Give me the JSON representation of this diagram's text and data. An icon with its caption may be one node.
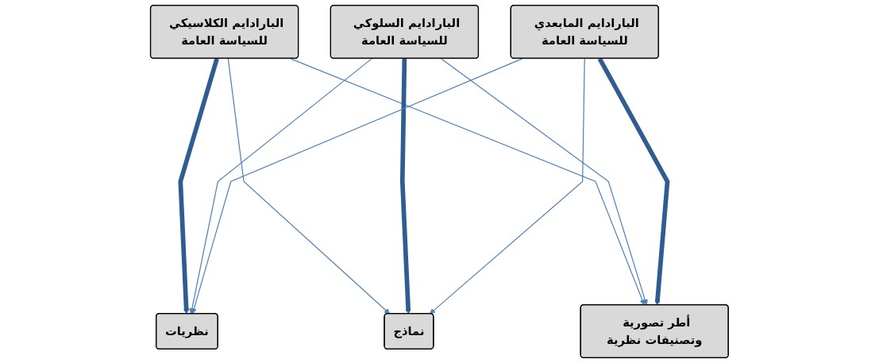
{
  "diagram": {
    "nodes": [
      {
        "text": [
          "البارادايم الكلاسيكي للسياسة العامة"
        ]
      },
      {
        "text": [
          "البارادايم السلوكي للسياسة العامة"
        ]
      },
      {
        "text": [
          "البارادايم المابعدي للسياسة العامة"
        ]
      },
      {
        "text": [
          "نظريات"
        ]
      },
      {
        "text": [
          "نماذج"
        ]
      },
      {
        "text": [
          "أطر تصورية وتصنيفات نظرية"
        ]
      }
    ],
    "edges": [
      {
        "from": 0,
        "to": 3,
        "arrow": "to",
        "style": "thick",
        "color": "#2f5d8f"
      },
      {
        "from": 0,
        "to": 4,
        "arrow": "to"
      },
      {
        "from": 0,
        "to": 5,
        "arrow": "to"
      },
      {
        "from": 1,
        "to": 4,
        "arrow": "to",
        "style": "thick",
        "color": "#2f5d8f"
      },
      {
        "from": 1,
        "to": 3,
        "arrow": "to"
      },
      {
        "from": 1,
        "to": 5,
        "arrow": "to"
      },
      {
        "from": 2,
        "to": 5,
        "arrow": "to",
        "style": "thick",
        "color": "#2f5d8f"
      },
      {
        "from": 2,
        "to": 4,
        "arrow": "to"
      },
      {
        "from": 2,
        "to": 3,
        "arrow": "to"
      }
    ]
  }
}
